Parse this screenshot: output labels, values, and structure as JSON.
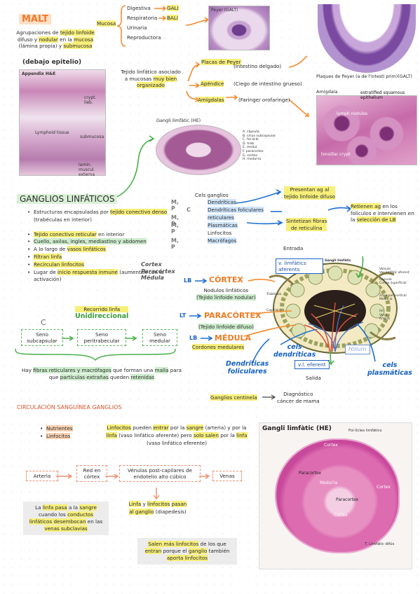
{
  "malt": {
    "title": "MALT",
    "intro": [
      "Agrupaciones de ",
      "tejido linfoide",
      " difuso y ",
      "nodular",
      " en la ",
      "mucosa",
      " (lámina propia) y ",
      "submucosa"
    ],
    "debajo": "(debajo epitelio)",
    "mucosa_label": "Mucosa",
    "mucosa_types": [
      "Digestiva",
      "Respiratoria",
      "Urinaria",
      "Reproductora"
    ],
    "gali": "GALI",
    "bali": "BALI",
    "tejido_asociado": [
      "Tejido linfático asociado",
      "a mucosas ",
      "muy bien",
      "organizado"
    ],
    "structures": [
      {
        "name": "Placas de Peyer",
        "desc": "(Intestino delgado)"
      },
      {
        "name": "Apéndice",
        "desc": "(Ciego de intestino grueso)"
      },
      {
        "name": "Amígdalas",
        "desc": "(Faringe/ orofaringe)"
      }
    ],
    "photo_appendix": {
      "title": "Appendix H&E",
      "labels": [
        "Lymphoid tissue",
        "submucosa",
        "lamin. muscul. externa",
        "crypt. lieb."
      ]
    },
    "photo_peyer_small": {
      "title": "Peyer (GALT)"
    },
    "photo_peyer_big": {
      "caption": "Plaques de Peyer (a de l'intesti prim)(GALT)"
    },
    "photo_amigdala": {
      "title": "Amígdala",
      "labels": [
        "estratified squamous epithelium",
        "lymph nodules",
        "tonsillar crypt"
      ]
    },
    "photo_gangli_small": {
      "title": "Gangli limfàtic (HE)",
      "labels": [
        "A. càpsula",
        "B. sinus subcapsular",
        "C. fol-lícle",
        "D. trab.",
        "E. medul.",
        "F. paracortex",
        "G. cortex",
        "H. medul·la"
      ]
    }
  },
  "ganglios": {
    "title": "GANGLIOS LINFÁTICOS",
    "bullets": [
      [
        "Estructuras encapsuladas por ",
        "tejido conectivo denso",
        " (trabéculas en interior)"
      ],
      [
        "Tejido conectivo reticular",
        " en interior"
      ],
      [
        "Cuello, axilas, ingles, mediastino y abdomen",
        ""
      ],
      [
        "A lo largo de ",
        "vasos linfáticos",
        ""
      ],
      [
        "Filtran linfa",
        ""
      ],
      [
        "Recirculan linfocitos",
        ""
      ],
      [
        "Lugar de ",
        "inicio respuesta inmune",
        " (aumentan con la activación)"
      ]
    ],
    "cels_title": "Cels ganglios",
    "cells": [
      {
        "tag": "M, P",
        "name": "Dendríticas"
      },
      {
        "tag": "C",
        "name": "Dendríticas foliculares"
      },
      {
        "tag": "M, P",
        "name": "reticulares"
      },
      {
        "tag": "M, P",
        "name": "Plasmáticas"
      },
      {
        "tag": "",
        "name": "Linfocitos"
      },
      {
        "tag": "M, P",
        "name": "Macrófagos"
      }
    ],
    "presentan": [
      "Presentan ag al",
      "tejido linfoide difuso"
    ],
    "retienen": [
      "Retienen ag",
      " en los folículos e intervienen en la ",
      "selección de LB"
    ],
    "sintetizan": [
      "Sintetizan fibras",
      "de reticulina"
    ],
    "cortex_legend": [
      "Cortex",
      "Paracórtex",
      "Médula"
    ],
    "diagram": {
      "entrada": "Entrada",
      "v_aferents": [
        "v. limfàtics",
        "aferents"
      ],
      "v_eferent": "v.l. eferent",
      "salida": "Salida",
      "hilium": "Hilium",
      "lb_cortex": "LB",
      "cortex": "CÓRTEX",
      "nodulos": [
        "Nodulos linfáticos",
        "(Tejido linfoide nodular)"
      ],
      "lt": "LT",
      "paracortex": "PARACÓRTEX",
      "tejido_difuso": "(Tejido linfoide difuso)",
      "lb_med": "LB",
      "medula": "MÉDULA",
      "cordones": "Cordones medulares",
      "cels_dendriticas": [
        "cels",
        "dendríticas"
      ],
      "dendriticas_foliculares": [
        "Dendríticas",
        "foliculares"
      ],
      "cels_plasmaticas": [
        "cels",
        "plasmáticas"
      ],
      "small_labels": [
        "Gangli limfàtic",
        "Vàlvula",
        "Vas limfàtic aferent",
        "Càpsula",
        "Cortex superficial",
        "Zona paracortical",
        "Medul·la",
        "Hil",
        "Vena",
        "Artèria",
        "Trabècula",
        "Capil·lars"
      ]
    },
    "centinela": "Ganglios centinela",
    "diagnostico": [
      "Diagnóstico",
      "cáncer de mama"
    ],
    "recorrido": [
      "Recorrido linfa",
      "Unidireccional"
    ],
    "c_mark": "C",
    "senos": [
      "Seno subcapsular",
      "Seno peritrabecular",
      "Seno medular"
    ],
    "fibras_note": [
      "Hay ",
      "fibras reticulares y macrófagos",
      " que forman una ",
      "malla",
      " para que ",
      "partículas extrañas",
      " queden ",
      "retenidas"
    ]
  },
  "circulacion": {
    "title": "CIRCULACIÓN SANGUÍNEA GANGLIOS",
    "items": [
      "Nutrientes",
      "Linfocitos"
    ],
    "text": [
      "Linfocitos",
      " pueden ",
      "entrar",
      " por la ",
      "sangre",
      " (arteria) y por la ",
      "linfa",
      " (vaso linfático aferente) pero ",
      "solo salen",
      " por la ",
      "linfa",
      " (vaso linfático eferente)"
    ],
    "flow": [
      "Arteria",
      "Red en córtex",
      "Vénulas post-capilares de endotelio alto cúbico",
      "Venas"
    ],
    "linfa_pasan": [
      "Linfa",
      " y ",
      "linfocitos",
      " ",
      "pasan al ganglio",
      " (diapedesis)"
    ],
    "linfa_sangre": [
      "La ",
      "linfa pasa",
      " a la ",
      "sangre",
      " cuando los ",
      "conductos linfáticos desembocan",
      " en las ",
      "venas subclavias"
    ],
    "salen_mas": [
      "Salen más linfocitos",
      " de los que ",
      "entran",
      " porque el ",
      "ganglio",
      " también ",
      "aporta linfocitos"
    ]
  },
  "big_photo": {
    "title": "Gangli limfàtic (HE)",
    "labels": [
      "Fol·lícles limfàtics",
      "Cortex",
      "Paracortex",
      "Medul·la",
      "Paracortex",
      "Cortex",
      "Cortex",
      "T. Limfàtic difús"
    ]
  }
}
